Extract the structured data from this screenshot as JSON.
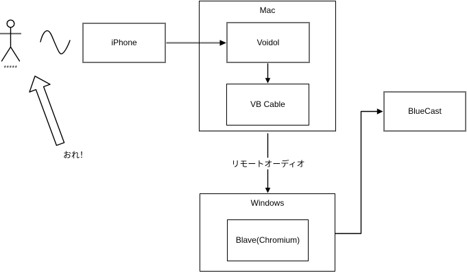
{
  "nodes": {
    "iphone": {
      "label": "iPhone"
    },
    "mac": {
      "label": "Mac"
    },
    "voidol": {
      "label": "Voidol"
    },
    "vb_cable": {
      "label": "VB Cable"
    },
    "windows": {
      "label": "Windows"
    },
    "blave": {
      "label": "Blave(Chromium)"
    },
    "bluecast": {
      "label": "BlueCast"
    }
  },
  "labels": {
    "remote_audio": "リモートオーディオ",
    "me": "おれ！",
    "person_name": "*****"
  },
  "icons": {
    "person": "stick-figure-icon",
    "wave": "sine-wave-icon",
    "me_arrow": "up-left-outline-arrow-icon"
  },
  "colors": {
    "ink": "#000000",
    "gray_stroke": "#737373",
    "background": "#ffffff"
  }
}
